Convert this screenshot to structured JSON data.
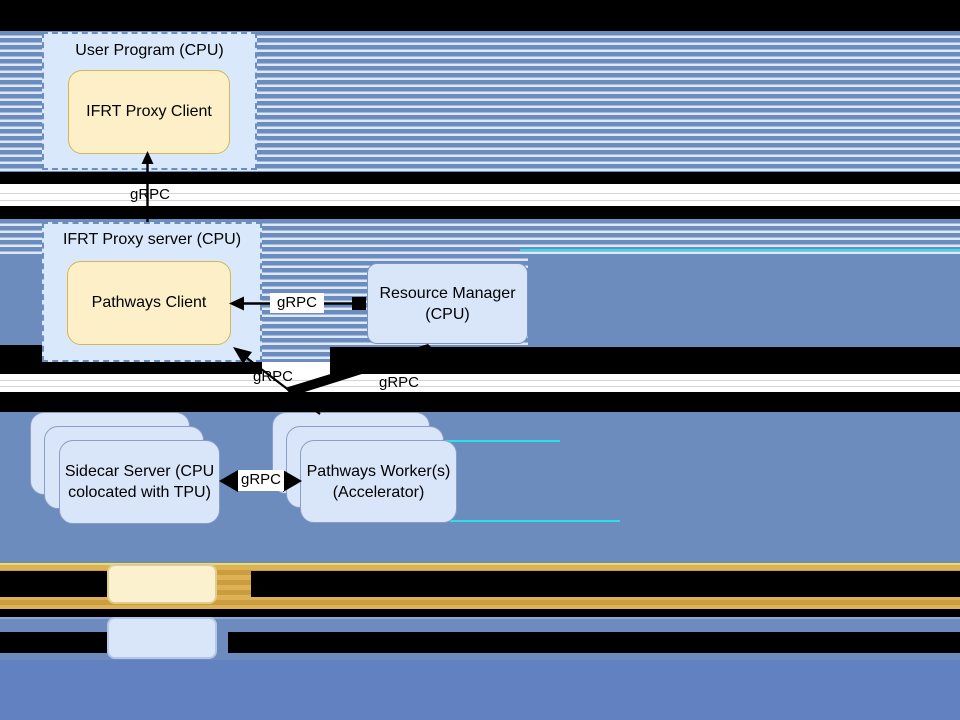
{
  "nodes": {
    "user_program": {
      "title": "User Program (CPU)"
    },
    "ifrt_proxy_client": {
      "label": "IFRT Proxy Client"
    },
    "ifrt_proxy_server": {
      "title": "IFRT Proxy server (CPU)"
    },
    "pathways_client": {
      "label": "Pathways Client"
    },
    "resource_manager": {
      "line1": "Resource Manager",
      "line2": "(CPU)"
    },
    "sidecar_server": {
      "line1": "Sidecar Server (CPU",
      "line2": "colocated with TPU)"
    },
    "pathways_workers": {
      "line1": "Pathways Worker(s)",
      "line2": "(Accelerator)"
    }
  },
  "edges": {
    "proxy_client_to_server": {
      "label": "gRPC"
    },
    "pathways_client_resource_manager": {
      "label": "gRPC"
    },
    "workers_to_pathways_client": {
      "label": "gRPC"
    },
    "resource_manager_to_workers": {
      "label": "gRPC"
    },
    "sidecar_to_workers": {
      "label": "gRPC"
    }
  },
  "legend": {
    "items": [
      {
        "swatch": "yellow-swatch",
        "swatch_color": "#fbf1cf",
        "label_visible": false
      },
      {
        "swatch": "blue-swatch",
        "swatch_color": "#d9e5f8",
        "label_visible": false
      }
    ]
  },
  "colors": {
    "stripe_blue": "#6c8bbf",
    "stripe_light": "#dde9f7",
    "solid_blue": "#6b8cbd",
    "bottom_blue": "#6181c1",
    "gold_band": "#d0a445",
    "container_fill": "#dae8fc",
    "container_border": "#6c8ebf",
    "yellow_fill": "#fdf0c8",
    "yellow_border": "#d6b656",
    "node_fill": "#d9e5f8",
    "node_border": "#8a9dc4",
    "glitch_black": "#000000",
    "glitch_cyan": "#27e0e8"
  }
}
